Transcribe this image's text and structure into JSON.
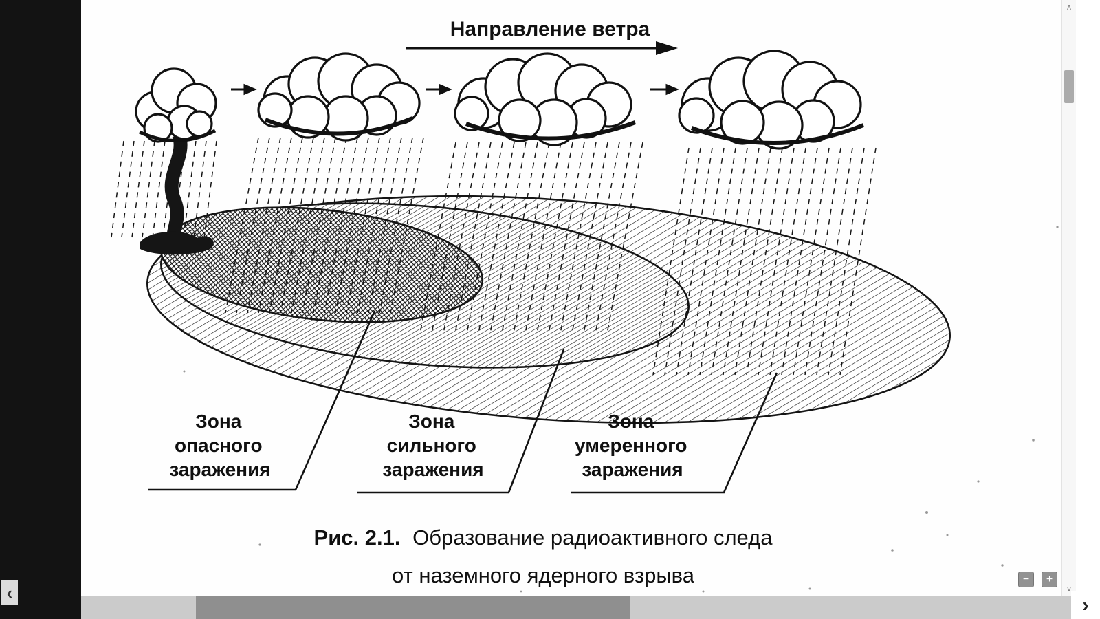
{
  "viewer": {
    "scroll": {
      "left_glyph": "‹",
      "right_glyph": "›",
      "up_glyph": "∧",
      "down_glyph": "∨"
    },
    "zoom": {
      "out_label": "−",
      "in_label": "+"
    }
  },
  "diagram": {
    "wind_label": "Направление ветра",
    "zones": [
      {
        "lines": [
          "Зона",
          "опасного",
          "заражения"
        ]
      },
      {
        "lines": [
          "Зона",
          "сильного",
          "заражения"
        ]
      },
      {
        "lines": [
          "Зона",
          "умеренного",
          "заражения"
        ]
      }
    ],
    "caption": {
      "fig_label": "Рис. 2.1.",
      "line1": "Образование радиоактивного следа",
      "line2": "от наземного ядерного взрыва"
    }
  }
}
